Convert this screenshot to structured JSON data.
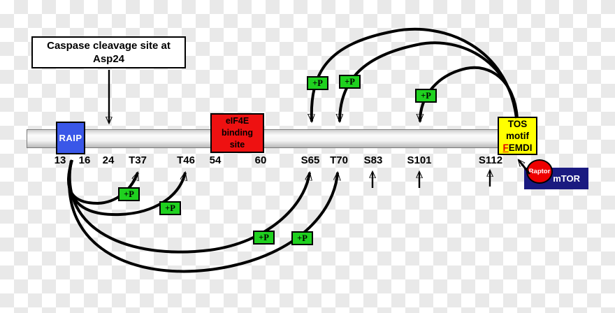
{
  "annotation_box": {
    "line1": "Caspase cleavage site at",
    "line2": "Asp24"
  },
  "domains": {
    "raip": {
      "label": "RAIP"
    },
    "eif4e": {
      "line1": "eIF4E",
      "line2": "binding",
      "line3": "site"
    },
    "tos": {
      "line1": "TOS",
      "line2": "motif",
      "motif_f": "F",
      "motif_rest": "EMDI"
    }
  },
  "positions": [
    "13",
    "16",
    "24",
    "T37",
    "T46",
    "54",
    "60",
    "S65",
    "T70",
    "S83",
    "S101",
    "S112"
  ],
  "phospho": {
    "label": "+P"
  },
  "complex": {
    "raptor": "Raptor",
    "mtor": "mTOR"
  },
  "colors": {
    "raip_blue": "#3a57e8",
    "eif4e_red": "#ee1111",
    "tos_yellow": "#ffff00",
    "tos_f_red": "#e00000",
    "phospho_green": "#1fd11f",
    "mtor_navy": "#1a1a80",
    "raptor_red": "#ee0000",
    "arrow_black": "#000000",
    "bar_gray": "#d9d9d9",
    "checker_gray": "#e9e9e9"
  }
}
